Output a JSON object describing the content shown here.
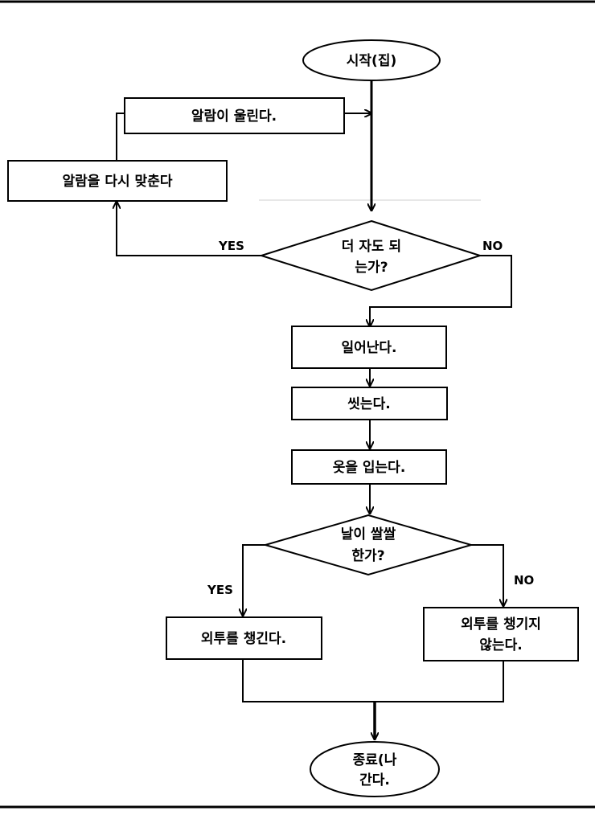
{
  "diagram": {
    "nodes": {
      "start": "시작(집)",
      "alarm_rings": "알람이 울린다.",
      "reset_alarm": "알람을 다시 맞춘다",
      "sleep_more_q": [
        "더 자도 되",
        "는가?"
      ],
      "get_up": "일어난다.",
      "wash": "씻는다.",
      "dress": "옷을 입는다.",
      "cold_q": [
        "날이 쌀쌀",
        "한가?"
      ],
      "take_coat": "외투를 챙긴다.",
      "no_coat": [
        "외투를 챙기지",
        "않는다."
      ],
      "end": [
        "종료(나",
        "간다."
      ]
    },
    "labels": {
      "sleep_yes": "YES",
      "sleep_no": "NO",
      "cold_yes": "YES",
      "cold_no": "NO"
    }
  }
}
